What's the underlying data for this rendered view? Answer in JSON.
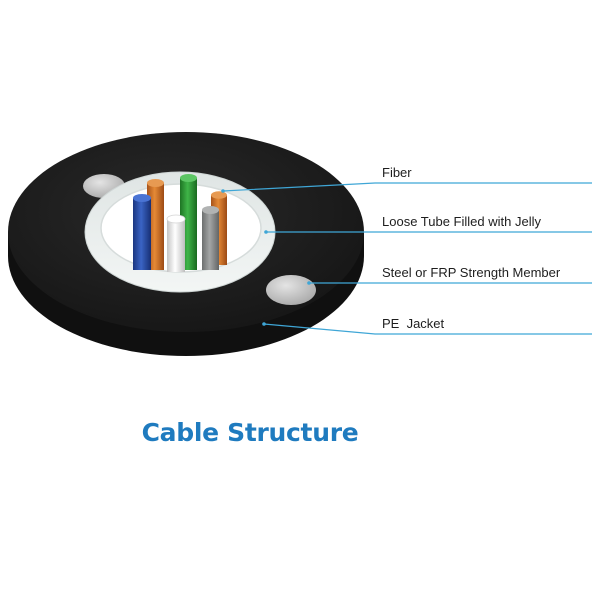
{
  "title": "Cable Structure",
  "labels": [
    {
      "id": "fiber",
      "text": "Fiber"
    },
    {
      "id": "loose-tube",
      "text": "Loose Tube Filled with Jelly"
    },
    {
      "id": "strength-member",
      "text": "Steel or FRP Strength Member"
    },
    {
      "id": "pe-jacket",
      "text": "PE  Jacket"
    }
  ],
  "colors": {
    "jacket": "#1b1b1b",
    "tube": "#e9eeed",
    "fiber_orange": "#d0711f",
    "fiber_green": "#2f9a34",
    "fiber_blue": "#2a4ea6",
    "fiber_white": "#f0f0f0",
    "fiber_grey": "#8a8c8c",
    "leader": "#3fa6d6",
    "title": "#1f7bbf"
  }
}
